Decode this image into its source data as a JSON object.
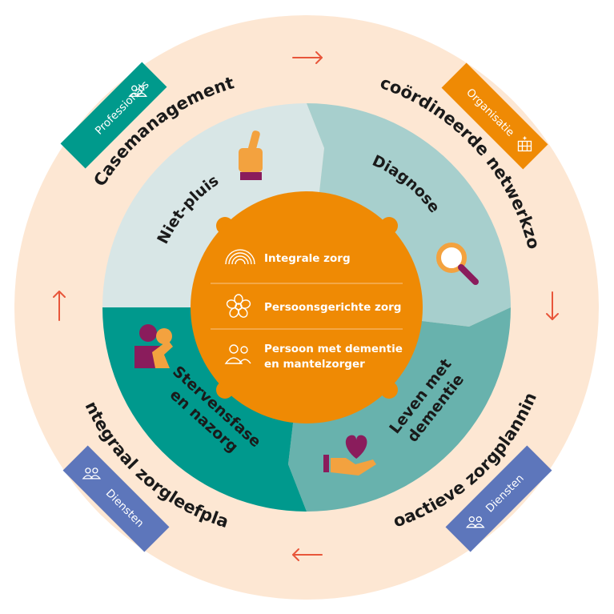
{
  "outer_ring": {
    "top_left": "Casemanagement",
    "top_right": "Gecoördineerde netwerkzorg",
    "bottom_right": "Proactieve zorgplanning",
    "bottom_left": "Integraal zorgleefplan"
  },
  "tabs": {
    "top_left": {
      "label": "Professionals",
      "icon": "people-icon"
    },
    "top_right": {
      "label": "Organisatie",
      "icon": "building-icon"
    },
    "bottom_right": {
      "label": "Diensten",
      "icon": "people-icon"
    },
    "bottom_left": {
      "label": "Diensten",
      "icon": "people-icon"
    }
  },
  "segments": {
    "top_left": {
      "label": "Niet-pluis",
      "icon": "pointing-finger-icon"
    },
    "top_right": {
      "label": "Diagnose",
      "icon": "magnifier-icon"
    },
    "bottom_right": {
      "line1": "Leven met",
      "line2": "dementie",
      "icon": "heart-hand-icon"
    },
    "bottom_left": {
      "line1": "Stervensfase",
      "line2": "en nazorg",
      "icon": "embrace-icon"
    }
  },
  "center": {
    "item1": {
      "label": "Integrale zorg",
      "icon": "rainbow-icon"
    },
    "item2": {
      "label": "Persoonsgerichte zorg",
      "icon": "flower-icon"
    },
    "item3": {
      "line1": "Persoon met dementie",
      "line2": "en mantelzorger",
      "icon": "people-icon"
    }
  },
  "arrows": [
    "arrow-right-icon",
    "arrow-down-icon",
    "arrow-left-icon",
    "arrow-up-icon"
  ],
  "colors": {
    "ring": "#fde7d3",
    "seg_top_left": "#d8e6e6",
    "seg_top_right": "#a7cfcd",
    "seg_bottom_right": "#68b2ad",
    "seg_bottom_left": "#00998d",
    "center": "#ef8a04",
    "tab_teal": "#009a8c",
    "tab_orange": "#ef8a04",
    "tab_blue": "#5d76bb",
    "arrow": "#e8563a",
    "icon_orange": "#f3a23f",
    "icon_purple": "#8a1c5c"
  }
}
